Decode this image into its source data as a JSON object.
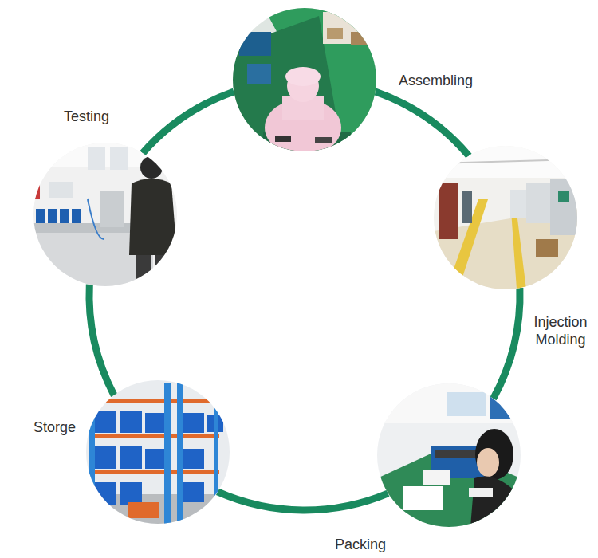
{
  "diagram": {
    "nodes": [
      {
        "text": [
          "Assembling"
        ]
      },
      {
        "text": [
          "Injection Molding"
        ]
      },
      {
        "text": [
          "Packing"
        ]
      },
      {
        "text": [
          "Storge"
        ]
      },
      {
        "text": [
          "Testing"
        ]
      }
    ],
    "edges": [
      {
        "from": 0,
        "to": 1,
        "arrow": "none"
      },
      {
        "from": 1,
        "to": 2,
        "arrow": "none"
      },
      {
        "from": 2,
        "to": 3,
        "arrow": "none"
      },
      {
        "from": 3,
        "to": 4,
        "arrow": "none"
      },
      {
        "from": 4,
        "to": 0,
        "arrow": "none"
      }
    ]
  }
}
